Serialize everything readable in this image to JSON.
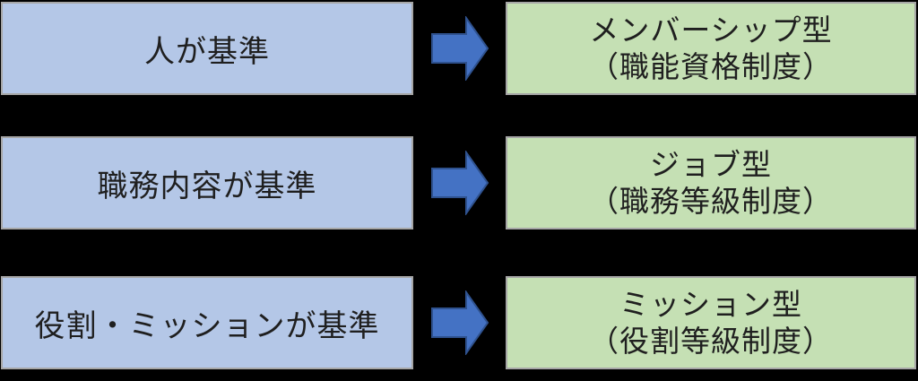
{
  "diagram": {
    "description_labels": {
      "left_column_role": "criteria",
      "right_column_role": "employment-system-type"
    },
    "rows": [
      {
        "criteria": "人が基準",
        "type_line1": "メンバーシップ型",
        "type_line2": "（職能資格制度）"
      },
      {
        "criteria": "職務内容が基準",
        "type_line1": "ジョブ型",
        "type_line2": "（職務等級制度）"
      },
      {
        "criteria": "役割・ミッションが基準",
        "type_line1": "ミッション型",
        "type_line2": "（役割等級制度）"
      }
    ],
    "icons": {
      "connector": "right-arrow"
    },
    "colors": {
      "background": "#000000",
      "criteria_box_fill": "#B4C7E7",
      "type_box_fill": "#C5E0B4",
      "box_border": "#A6A6A6",
      "arrow_fill": "#4472C4",
      "arrow_border": "#2F528F",
      "text": "#1F1F1F"
    }
  }
}
